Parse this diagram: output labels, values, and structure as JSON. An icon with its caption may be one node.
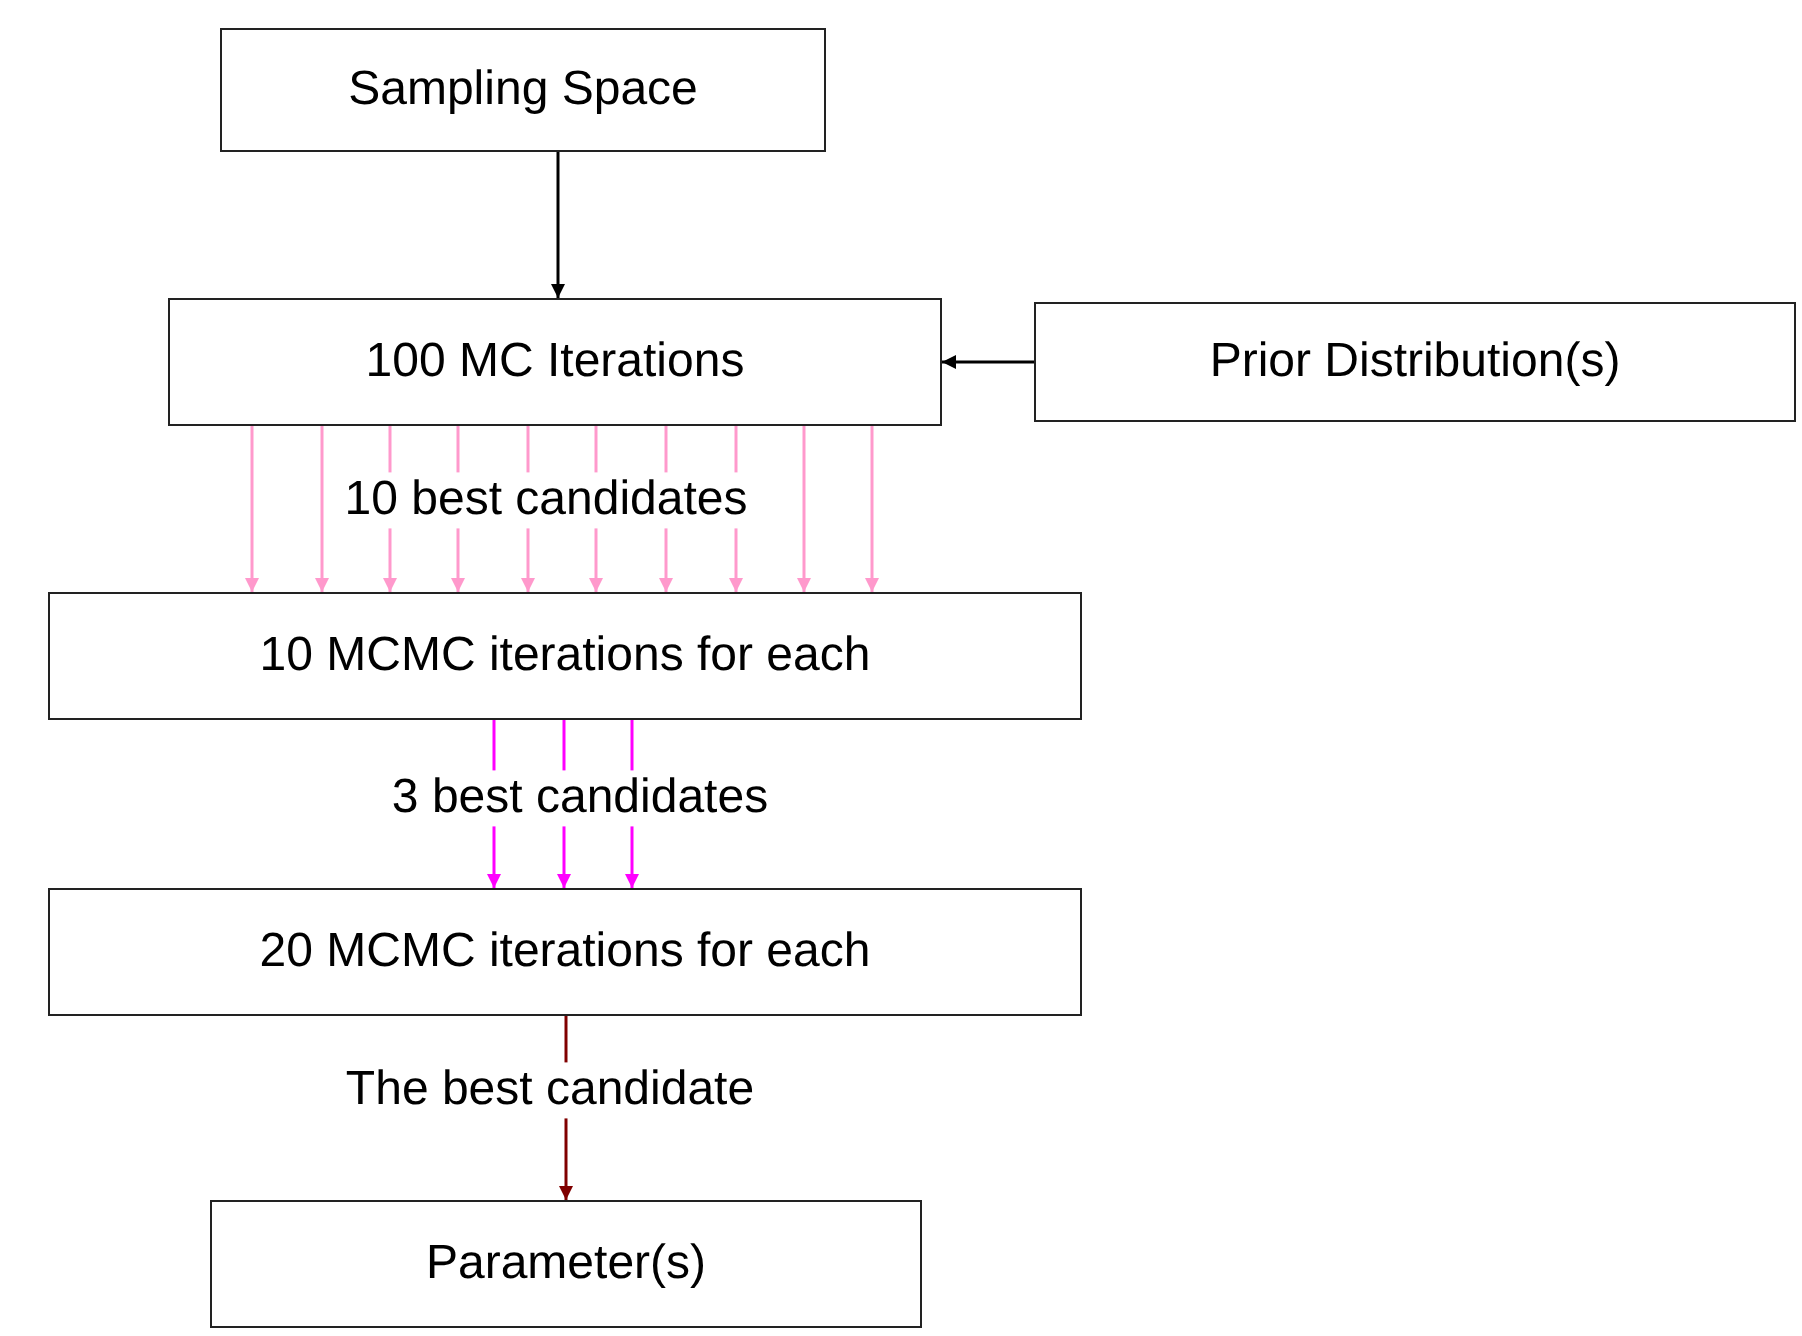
{
  "diagram": {
    "nodes": [
      {
        "text": [
          "Sampling Space"
        ]
      },
      {
        "text": [
          "100 MC Iterations"
        ]
      },
      {
        "text": [
          "Prior Distribution(s)"
        ]
      },
      {
        "text": [
          "10 MCMC iterations for each"
        ]
      },
      {
        "text": [
          "20 MCMC iterations for each"
        ]
      },
      {
        "text": [
          "Parameter(s)"
        ]
      }
    ],
    "edges": [
      {
        "from": 0,
        "to": 1,
        "arrow": "to",
        "color": "#000000"
      },
      {
        "from": 2,
        "to": 1,
        "arrow": "to",
        "color": "#000000"
      },
      {
        "from": 1,
        "to": 3,
        "arrow": "to"
      },
      {
        "from": 1,
        "to": 3,
        "arrow": "to"
      },
      {
        "from": 1,
        "to": 3,
        "arrow": "to"
      },
      {
        "from": 1,
        "to": 3,
        "arrow": "to"
      },
      {
        "from": 1,
        "to": 3,
        "arrow": "to",
        "label": "10 best candidates"
      },
      {
        "from": 1,
        "to": 3,
        "arrow": "to"
      },
      {
        "from": 1,
        "to": 3,
        "arrow": "to"
      },
      {
        "from": 1,
        "to": 3,
        "arrow": "to"
      },
      {
        "from": 1,
        "to": 3,
        "arrow": "to"
      },
      {
        "from": 1,
        "to": 3,
        "arrow": "to"
      },
      {
        "from": 3,
        "to": 4,
        "arrow": "to",
        "color": "#ff00ff"
      },
      {
        "from": 3,
        "to": 4,
        "arrow": "to",
        "color": "#ff00ff",
        "label": "3 best candidates"
      },
      {
        "from": 3,
        "to": 4,
        "arrow": "to",
        "color": "#ff00ff"
      },
      {
        "from": 4,
        "to": 5,
        "arrow": "to",
        "color": "#800000",
        "label": "The best candidate"
      }
    ]
  }
}
